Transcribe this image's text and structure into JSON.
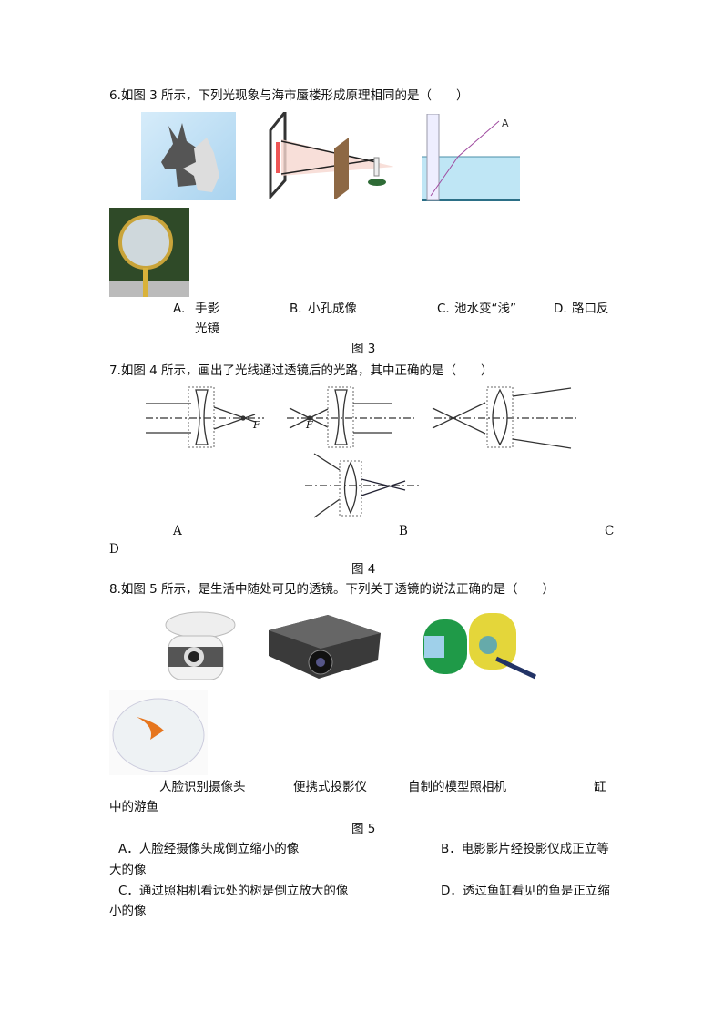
{
  "q6": {
    "question": "6.如图 3 所示，下列光现象与海市蜃楼形成原理相同的是（　　）",
    "options": [
      {
        "letter": "A.",
        "text": "手影"
      },
      {
        "letter": "B.",
        "text": "小孔成像"
      },
      {
        "letter": "C.",
        "text": "池水变“浅”"
      },
      {
        "letter": "D.",
        "text": "路口反"
      }
    ],
    "option_d_wrap": "光镜",
    "figure_caption": "图 3"
  },
  "q7": {
    "question": "7.如图 4 所示，画出了光线通过透镜后的光路，其中正确的是（　　）",
    "focus_label": "F",
    "labels": [
      "A",
      "B",
      "C",
      "D"
    ],
    "figure_caption": "图 4"
  },
  "q8": {
    "question": "8.如图 5 所示，是生活中随处可见的透镜。下列关于透镜的说法正确的是（　　）",
    "captions": [
      "人脸识别摄像头",
      "便携式投影仪",
      "自制的模型照相机",
      "缸"
    ],
    "caption_wrap": "中的游鱼",
    "figure_caption": "图 5",
    "options": [
      {
        "text": "A．人脸经摄像头成倒立缩小的像"
      },
      {
        "text": "B．电影影片经投影仪成正立等",
        "wrap": "大的像"
      },
      {
        "text": "C．通过照相机看远处的树是倒立放大的像"
      },
      {
        "text": "D．透过鱼缸看见的鱼是正立缩",
        "wrap": "小的像"
      }
    ]
  }
}
